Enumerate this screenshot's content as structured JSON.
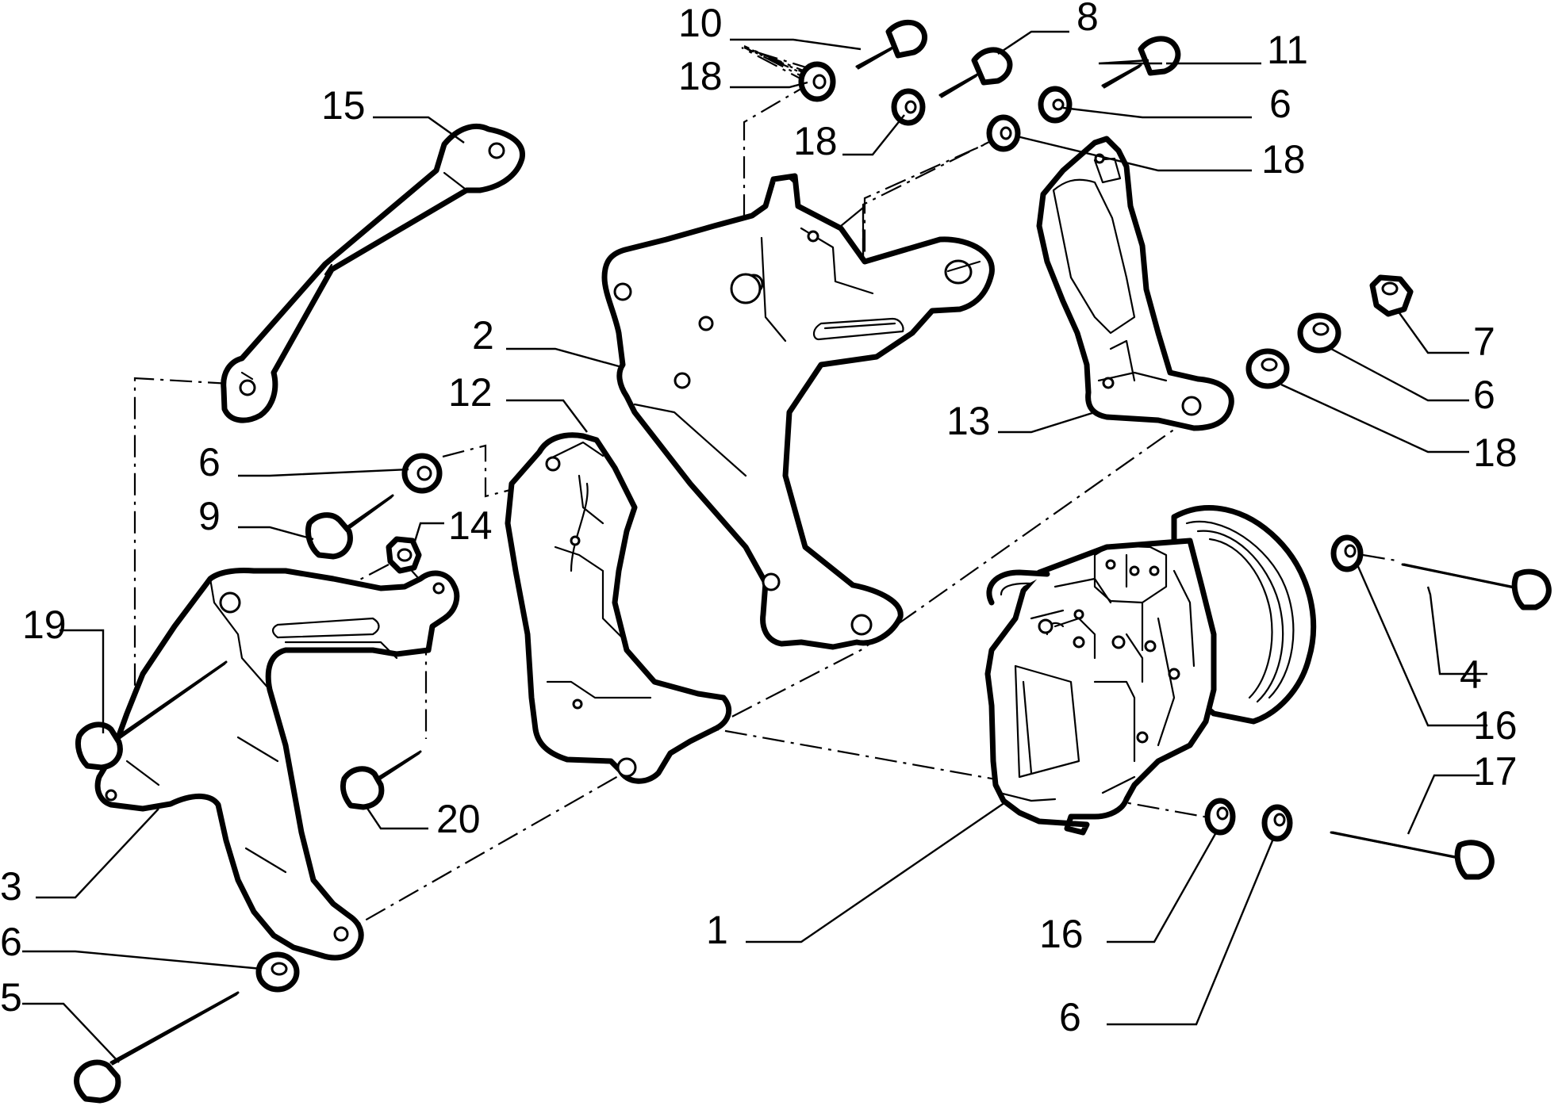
{
  "callouts": {
    "c1": "1",
    "c2": "2",
    "c3": "3",
    "c4": "4",
    "c5": "5",
    "c6a": "6",
    "c6b": "6",
    "c6c": "6",
    "c6d": "6",
    "c6e": "6",
    "c7": "7",
    "c8": "8",
    "c9": "9",
    "c10": "10",
    "c11": "11",
    "c12": "12",
    "c13": "13",
    "c14": "14",
    "c15": "15",
    "c16a": "16",
    "c16b": "16",
    "c17": "17",
    "c18a": "18",
    "c18b": "18",
    "c18c": "18",
    "c18d": "18",
    "c19": "19",
    "c20": "20"
  }
}
